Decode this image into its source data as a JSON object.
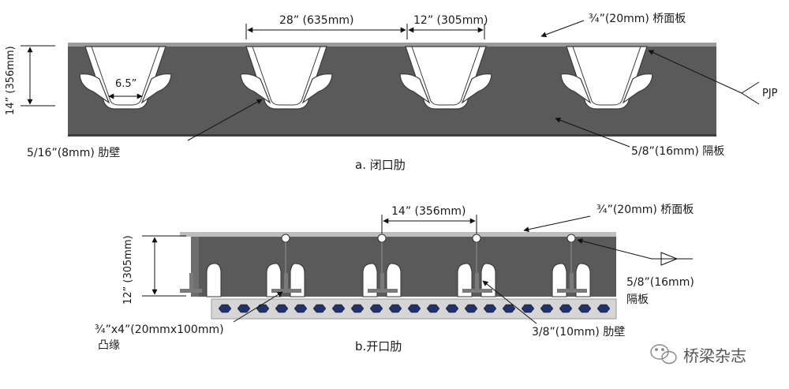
{
  "closed_rib": {
    "dim_pitch": "28” (635mm)",
    "dim_gap": "12” (305mm)",
    "deck_plate": "¾”(20mm) 桥面板",
    "dim_height": "14” (356mm)",
    "dim_bottom": "6.5”",
    "weld": "PJP",
    "rib_wall": "5/16”(8mm) 肋壁",
    "diaphragm": "5/8”(16mm) 隔板",
    "caption": "a. 闭口肋"
  },
  "open_rib": {
    "dim_pitch": "14” (356mm)",
    "deck_plate": "¾”(20mm) 桥面板",
    "dim_height": "12” (305mm)",
    "diaphragm_line1": "5/8”(16mm)",
    "diaphragm_line2": "隔板",
    "flange_line1": "¾”x4”(20mmx100mm)",
    "flange_line2": "凸缘",
    "rib_wall": "3/8”(10mm) 肋壁",
    "caption": "b.开口肋"
  },
  "watermark": "桥梁杂志",
  "colors": {
    "plate": "#5a5a5a",
    "deck": "#bdbdbd",
    "bolt": "#22306b"
  }
}
